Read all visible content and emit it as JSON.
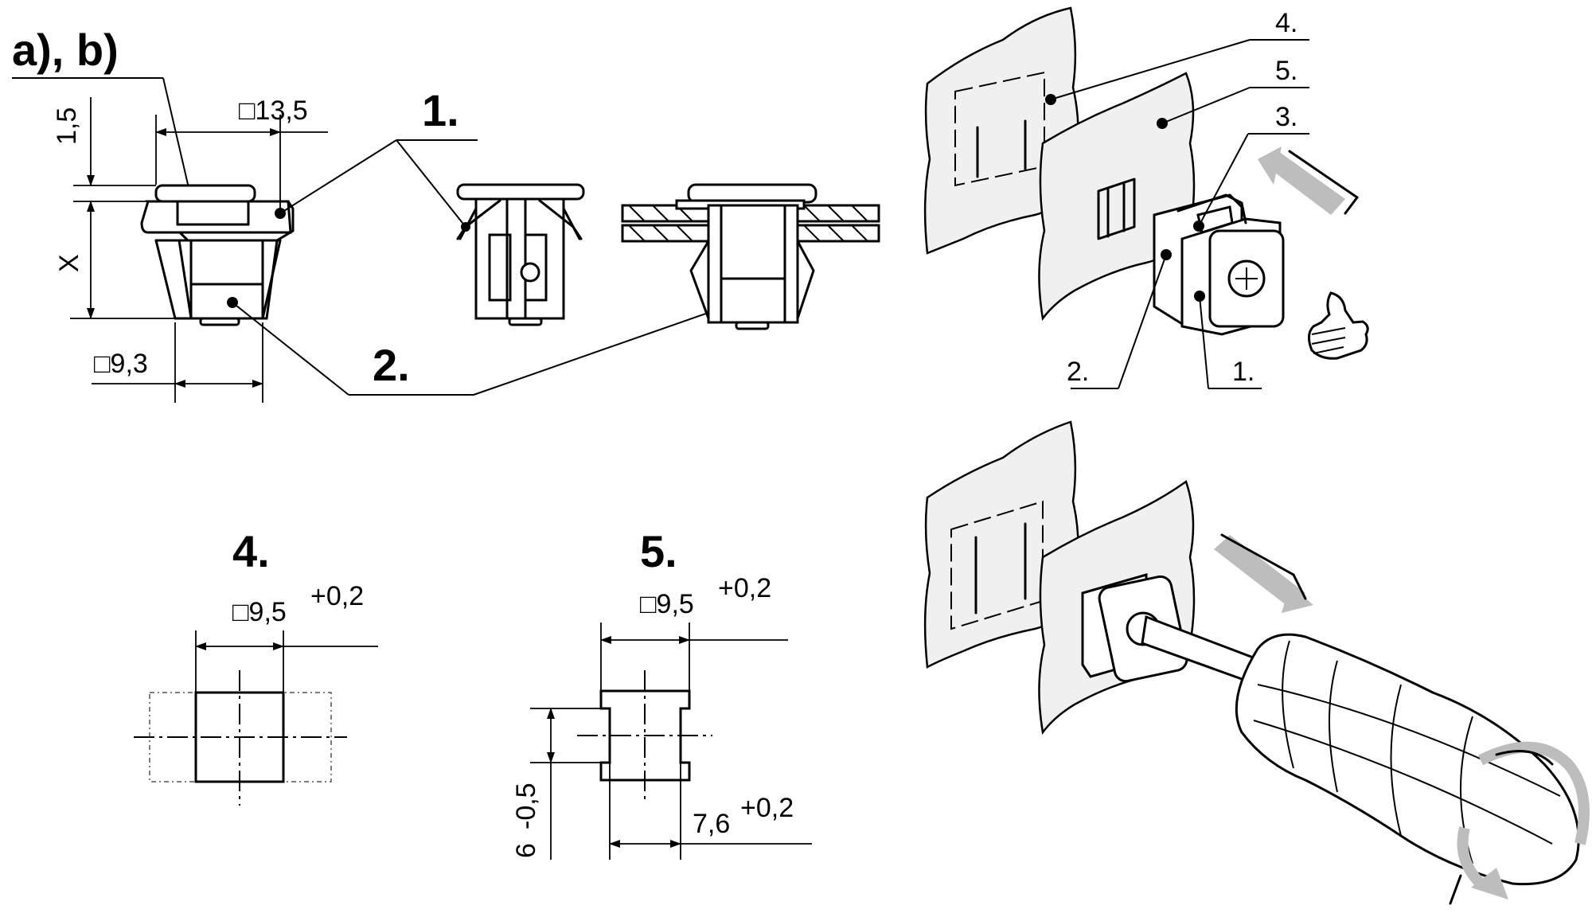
{
  "labels": {
    "ab": "a), b)",
    "one": "1.",
    "two": "2.",
    "four": "4.",
    "five": "5."
  },
  "dims": {
    "d13_5": "□13,5",
    "d1_5": "1,5",
    "dx": "X",
    "d9_3": "□9,3",
    "d9_5a": "□9,5",
    "tol_a": "+0,2",
    "d9_5b": "□9,5",
    "tol_b": "+0,2",
    "d6": "6",
    "tol_6": "-0,5",
    "d7_6": "7,6",
    "tol_7": "+0,2"
  },
  "callouts": {
    "c4": "4.",
    "c5": "5.",
    "c3": "3.",
    "c2": "2.",
    "c1": "1."
  }
}
